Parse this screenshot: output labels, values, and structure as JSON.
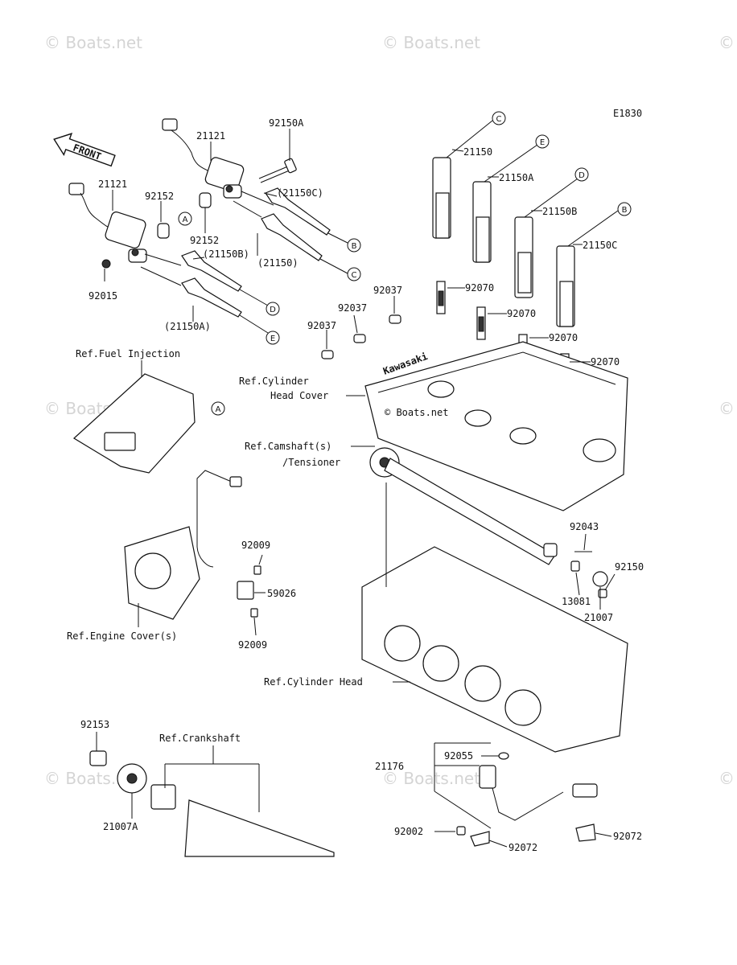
{
  "watermarks": [
    "© Boats.net",
    "© Boats.net",
    "© Boats.net",
    "© Boats.net",
    "© Boats.net",
    "© Boats.net",
    "© Boats.net",
    "© Boats.net",
    "© Boats.net",
    "© Boats.net"
  ],
  "center_watermark": "© Boats.net",
  "diagram_code": "E1830",
  "front_label": "FRONT",
  "part_labels": {
    "p21121_top": "21121",
    "p92150A": "92150A",
    "p21121_left": "21121",
    "p92152_a": "92152",
    "p92152_b": "92152",
    "p21150C_paren": "(21150C)",
    "p21150B_paren": "(21150B)",
    "p21150_paren": "(21150)",
    "p21150A_paren": "(21150A)",
    "p92015": "92015",
    "p21150": "21150",
    "p21150A": "21150A",
    "p21150B": "21150B",
    "p21150C": "21150C",
    "p92070_1": "92070",
    "p92070_2": "92070",
    "p92070_3": "92070",
    "p92070_4": "92070",
    "p92037_1": "92037",
    "p92037_2": "92037",
    "p92037_3": "92037",
    "p92043": "92043",
    "p92150": "92150",
    "p13081": "13081",
    "p21007": "21007",
    "p92009_a": "92009",
    "p59026": "59026",
    "p92009_b": "92009",
    "p92153": "92153",
    "p21007A": "21007A",
    "p21176": "21176",
    "p92055": "92055",
    "p92002": "92002",
    "p92072_a": "92072",
    "p92072_b": "92072"
  },
  "references": {
    "fuel_injection": "Ref.Fuel Injection",
    "cylinder_head_cover_1": "Ref.Cylinder",
    "cylinder_head_cover_2": "Head Cover",
    "camshaft_1": "Ref.Camshaft(s)",
    "camshaft_2": "/Tensioner",
    "engine_cover": "Ref.Engine Cover(s)",
    "cylinder_head": "Ref.Cylinder Head",
    "crankshaft": "Ref.Crankshaft"
  },
  "callout_letters": {
    "A1": "A",
    "A2": "A",
    "B1": "B",
    "B2": "B",
    "C1": "C",
    "C2": "C",
    "D1": "D",
    "D2": "D",
    "E1": "E",
    "E2": "E"
  },
  "cover_brand": "Kawasaki"
}
